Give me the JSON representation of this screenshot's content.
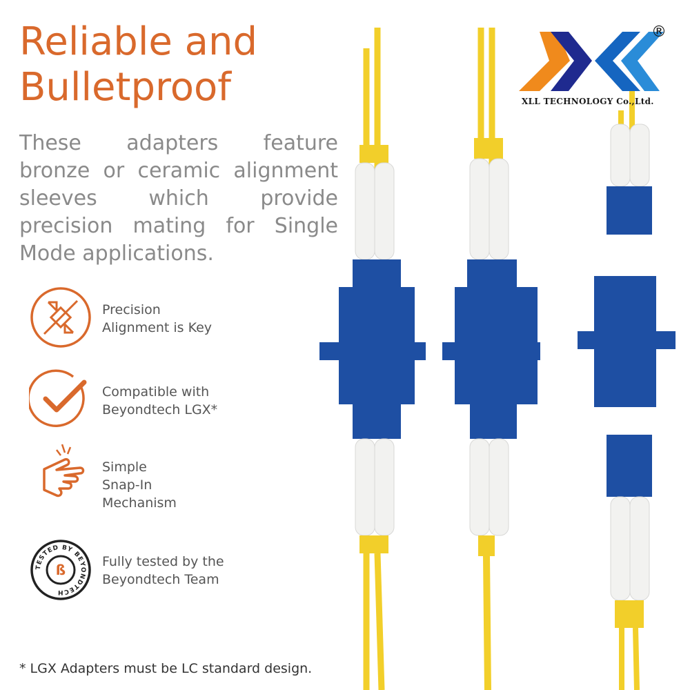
{
  "headline": {
    "line1": "Reliable and",
    "line2": "Bulletproof"
  },
  "intro": "These adapters feature bronze or ceramic alignment sleeves which provide precision mating for Single Mode applications.",
  "features": [
    {
      "icon": "precision-alignment-icon",
      "line1": "Precision",
      "line2": "Alignment is Key"
    },
    {
      "icon": "checkmark-icon",
      "line1": "Compatible with",
      "line2": "Beyondtech LGX*"
    },
    {
      "icon": "finger-snap-icon",
      "line1": "Simple",
      "line2": "Snap-In",
      "line3": "Mechanism"
    },
    {
      "icon": "tested-badge-icon",
      "line1": "Fully tested by the",
      "line2": "Beyondtech Team",
      "badge_text": "TESTED BY BEYONDTECH"
    }
  ],
  "footnote": "* LGX Adapters must be LC standard design.",
  "logo": {
    "text": "XLL TECHNOLOGY Co.,Ltd.",
    "registered": "®"
  },
  "colors": {
    "accent": "#d9692c",
    "text_gray": "#8a8a8a",
    "adapter_blue": "#1e4fa3",
    "cable_yellow": "#f2cf2a",
    "logo_orange": "#f08a1c",
    "logo_blue": "#1565c0"
  }
}
